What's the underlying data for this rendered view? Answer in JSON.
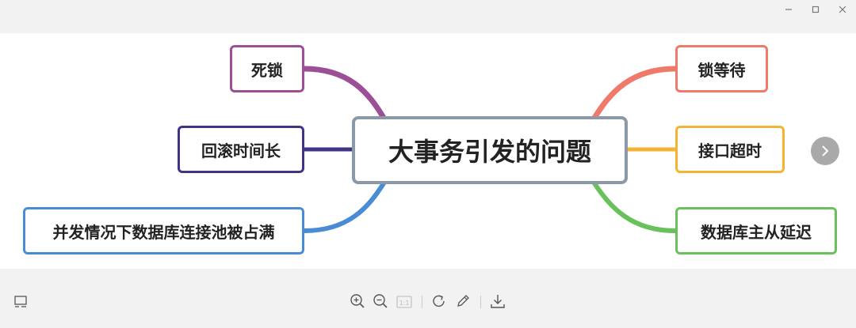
{
  "mindmap": {
    "center": "大事务引发的问题",
    "left": [
      {
        "label": "死锁",
        "color": "#9b4f96"
      },
      {
        "label": "回滚时间长",
        "color": "#3f3486"
      },
      {
        "label": "并发情况下数据库连接池被占满",
        "color": "#4a8bd6"
      }
    ],
    "right": [
      {
        "label": "锁等待",
        "color": "#f07a6a"
      },
      {
        "label": "接口超时",
        "color": "#f5b335"
      },
      {
        "label": "数据库主从延迟",
        "color": "#68c15a"
      }
    ],
    "center_border": "#8a98a8"
  },
  "icons": {
    "minimize": "minimize-icon",
    "maximize": "maximize-icon",
    "close": "close-icon",
    "next": "chevron-right-icon",
    "thumbnail": "thumbnail-icon",
    "zoom_in": "zoom-in-icon",
    "zoom_out": "zoom-out-icon",
    "actual_size": "actual-size-icon",
    "rotate": "rotate-icon",
    "edit": "pencil-icon",
    "download": "download-icon"
  },
  "toolbar": {
    "actual_size_label": "1:1"
  }
}
